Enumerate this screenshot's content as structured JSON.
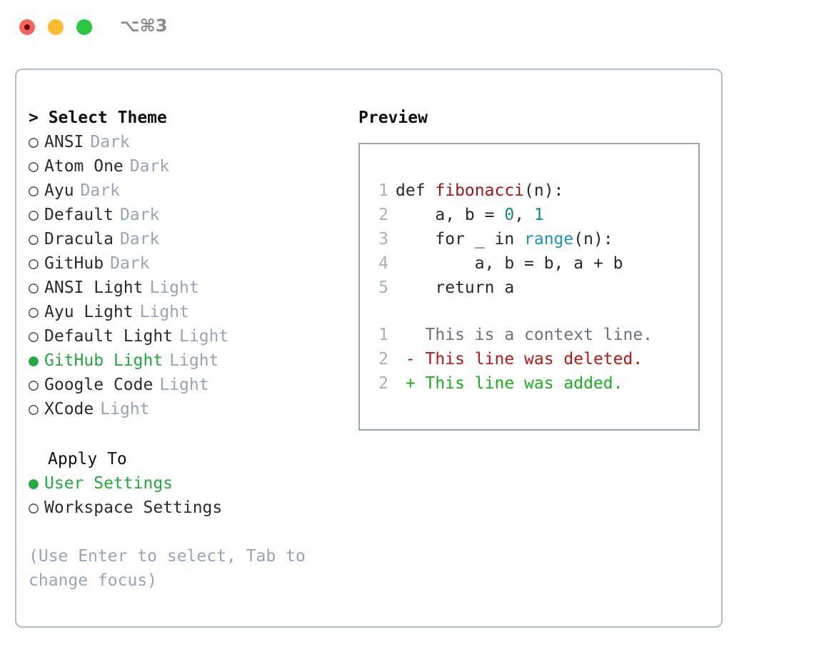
{
  "titlebar": {
    "shortcut": "⌥⌘3",
    "buttons": [
      {
        "name": "close",
        "color": "#ff6058"
      },
      {
        "name": "minimize",
        "color": "#ffbd2e"
      },
      {
        "name": "maximize",
        "color": "#28c840"
      }
    ]
  },
  "left": {
    "header": "> Select Theme",
    "themes": [
      {
        "bullet": "○",
        "name": "ANSI",
        "variant": "Dark",
        "selected": false
      },
      {
        "bullet": "○",
        "name": "Atom One",
        "variant": "Dark",
        "selected": false
      },
      {
        "bullet": "○",
        "name": "Ayu",
        "variant": "Dark",
        "selected": false
      },
      {
        "bullet": "○",
        "name": "Default",
        "variant": "Dark",
        "selected": false
      },
      {
        "bullet": "○",
        "name": "Dracula",
        "variant": "Dark",
        "selected": false
      },
      {
        "bullet": "○",
        "name": "GitHub",
        "variant": "Dark",
        "selected": false
      },
      {
        "bullet": "○",
        "name": "ANSI Light",
        "variant": "Light",
        "selected": false
      },
      {
        "bullet": "○",
        "name": "Ayu Light",
        "variant": "Light",
        "selected": false
      },
      {
        "bullet": "○",
        "name": "Default Light",
        "variant": "Light",
        "selected": false
      },
      {
        "bullet": "●",
        "name": "GitHub Light",
        "variant": "Light",
        "selected": true
      },
      {
        "bullet": "○",
        "name": "Google Code",
        "variant": "Light",
        "selected": false
      },
      {
        "bullet": "○",
        "name": "XCode",
        "variant": "Light",
        "selected": false
      }
    ],
    "apply_to_header": "Apply To",
    "apply_to": [
      {
        "bullet": "●",
        "name": "User Settings",
        "selected": true
      },
      {
        "bullet": "○",
        "name": "Workspace Settings",
        "selected": false
      }
    ],
    "hint": "(Use Enter to select, Tab to change focus)"
  },
  "right": {
    "header": "Preview",
    "code_lines": [
      {
        "num": "1",
        "tokens": [
          {
            "t": "def ",
            "c": "plain"
          },
          {
            "t": "fibonacci",
            "c": "fn"
          },
          {
            "t": "(n):",
            "c": "plain"
          }
        ]
      },
      {
        "num": "2",
        "tokens": [
          {
            "t": "    a, b = ",
            "c": "plain"
          },
          {
            "t": "0",
            "c": "num"
          },
          {
            "t": ", ",
            "c": "plain"
          },
          {
            "t": "1",
            "c": "num"
          }
        ]
      },
      {
        "num": "3",
        "tokens": [
          {
            "t": "    for _ in ",
            "c": "plain"
          },
          {
            "t": "range",
            "c": "call"
          },
          {
            "t": "(n):",
            "c": "plain"
          }
        ]
      },
      {
        "num": "4",
        "tokens": [
          {
            "t": "        a, b = b, a + b",
            "c": "plain"
          }
        ]
      },
      {
        "num": "5",
        "tokens": [
          {
            "t": "    return a",
            "c": "plain"
          }
        ]
      }
    ],
    "diff_lines": [
      {
        "num": "1",
        "marker": "  ",
        "text": "This is a context line.",
        "kind": "ctx"
      },
      {
        "num": "2",
        "marker": "- ",
        "text": "This line was deleted.",
        "kind": "del"
      },
      {
        "num": "2",
        "marker": "+ ",
        "text": "This line was added.",
        "kind": "add"
      }
    ]
  },
  "colors": {
    "selected_green": "#22aa3f",
    "muted": "#9aa4b4",
    "panel_border": "#b4bcc8",
    "preview_border": "#9aa6b4",
    "syntax_function": "#a81414",
    "syntax_number": "#128a86",
    "syntax_call": "#1f92c4",
    "diff_deleted": "#c01616",
    "diff_added": "#17b317",
    "diff_context": "#6a737d"
  }
}
